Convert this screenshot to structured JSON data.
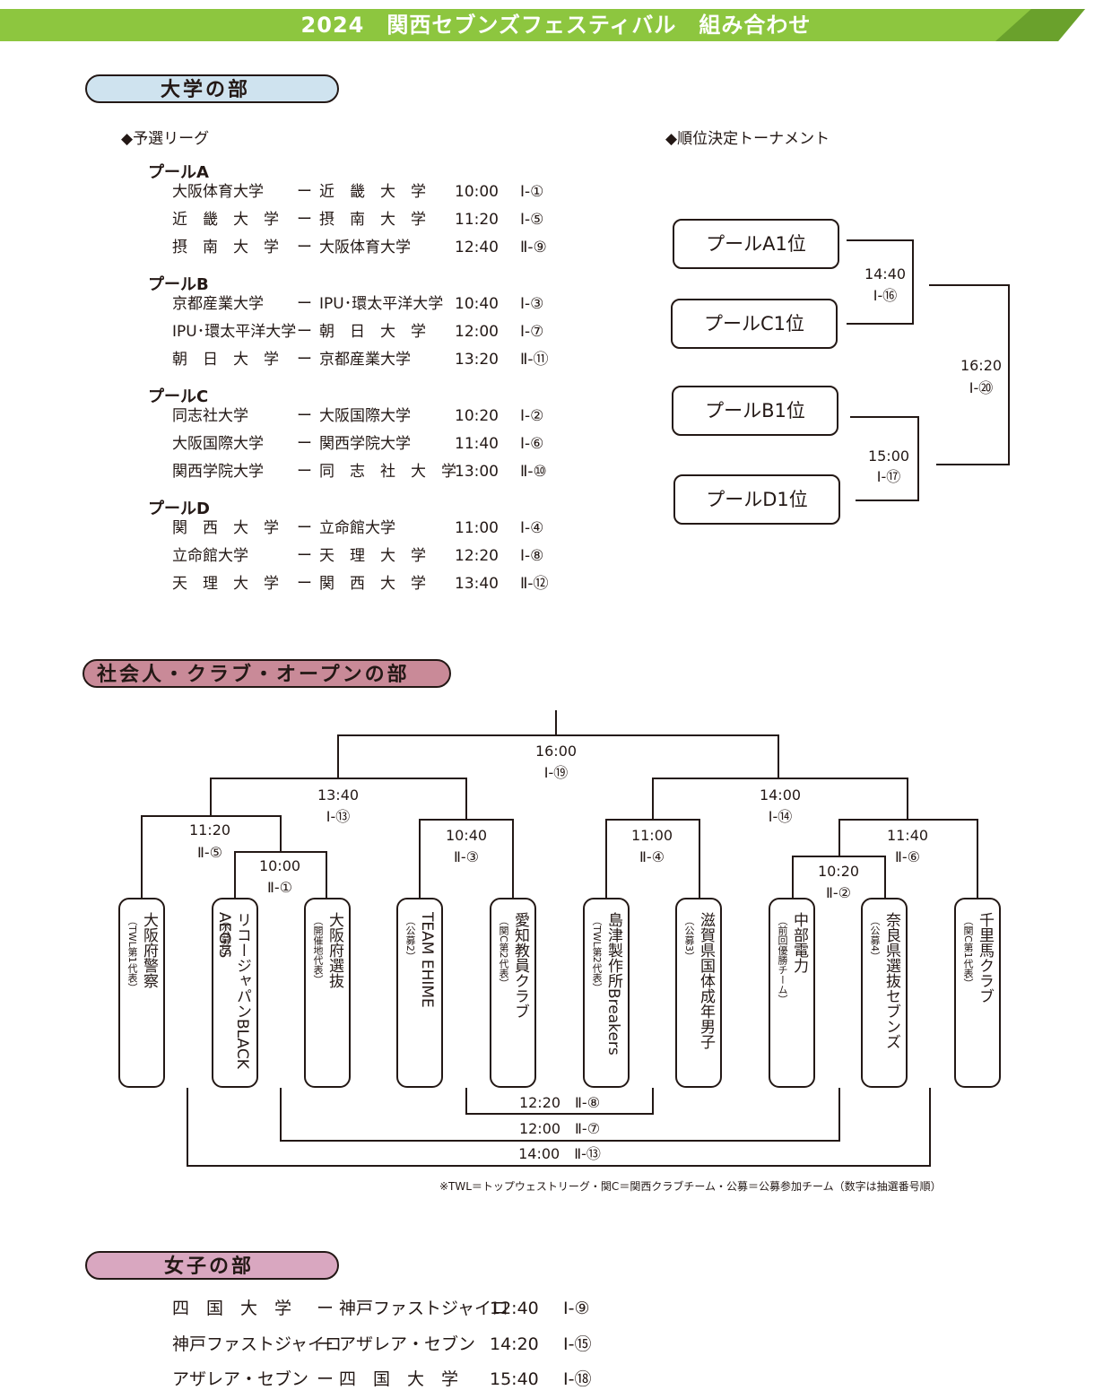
{
  "header": {
    "title": "2024　関西セブンズフェスティバル　組み合わせ",
    "accent_color": "#8dc63f"
  },
  "university": {
    "section_label": "大学の部",
    "pill_color": "#cfe3ef",
    "league_heading": "◆予選リーグ",
    "tournament_heading": "◆順位決定トーナメント",
    "pools": [
      {
        "name": "プールA",
        "matches": [
          {
            "home": "大阪体育大学",
            "away": "近　畿　大　学",
            "time": "10:00",
            "court": "Ⅰ-①"
          },
          {
            "home": "近　畿　大　学",
            "away": "摂　南　大　学",
            "time": "11:20",
            "court": "Ⅰ-⑤"
          },
          {
            "home": "摂　南　大　学",
            "away": "大阪体育大学",
            "time": "12:40",
            "court": "Ⅱ-⑨"
          }
        ]
      },
      {
        "name": "プールB",
        "matches": [
          {
            "home": "京都産業大学",
            "away": "IPU･環太平洋大学",
            "time": "10:40",
            "court": "Ⅰ-③"
          },
          {
            "home": "IPU･環太平洋大学",
            "away": "朝　日　大　学",
            "time": "12:00",
            "court": "Ⅰ-⑦"
          },
          {
            "home": "朝　日　大　学",
            "away": "京都産業大学",
            "time": "13:20",
            "court": "Ⅱ-⑪"
          }
        ]
      },
      {
        "name": "プールC",
        "matches": [
          {
            "home": "同志社大学",
            "away": "大阪国際大学",
            "time": "10:20",
            "court": "Ⅰ-②"
          },
          {
            "home": "大阪国際大学",
            "away": "関西学院大学",
            "time": "11:40",
            "court": "Ⅰ-⑥"
          },
          {
            "home": "関西学院大学",
            "away": "同　志　社　大　学",
            "time": "13:00",
            "court": "Ⅱ-⑩"
          }
        ]
      },
      {
        "name": "プールD",
        "matches": [
          {
            "home": "関　西　大　学",
            "away": "立命館大学",
            "time": "11:00",
            "court": "Ⅰ-④"
          },
          {
            "home": "立命館大学",
            "away": "天　理　大　学",
            "time": "12:20",
            "court": "Ⅰ-⑧"
          },
          {
            "home": "天　理　大　学",
            "away": "関　西　大　学",
            "time": "13:40",
            "court": "Ⅱ-⑫"
          }
        ]
      }
    ],
    "dash": "ー",
    "bracket": {
      "slots": [
        "プールA1位",
        "プールC1位",
        "プールB1位",
        "プールD1位"
      ],
      "semi1": {
        "time": "14:40",
        "court": "Ⅰ-⑯"
      },
      "semi2": {
        "time": "15:00",
        "court": "Ⅰ-⑰"
      },
      "final": {
        "time": "16:20",
        "court": "Ⅰ-⑳"
      }
    }
  },
  "open": {
    "section_label": "社会人・クラブ・オープンの部",
    "pill_color": "#c98a98",
    "teams": [
      {
        "name": "大阪府警察",
        "sub": "（TWL第1代表）"
      },
      {
        "name": "リコージャパンBLACK AEGIS",
        "sub": "（公募1）"
      },
      {
        "name": "大阪府選抜",
        "sub": "（開催地代表）"
      },
      {
        "name": "TEAM EHIME",
        "sub": "（公募2）"
      },
      {
        "name": "愛知教員クラブ",
        "sub": "（関C第2代表）"
      },
      {
        "name": "島津製作所Breakers",
        "sub": "（TWL第2代表）"
      },
      {
        "name": "滋賀県国体成年男子",
        "sub": "（公募3）"
      },
      {
        "name": "中部電力",
        "sub": "（前回優勝チーム）"
      },
      {
        "name": "奈良県選抜セブンズ",
        "sub": "（公募4）"
      },
      {
        "name": "千里馬クラブ",
        "sub": "（関C第1代表）"
      }
    ],
    "matches": {
      "m1": {
        "time": "10:00",
        "court": "Ⅱ-①"
      },
      "m2": {
        "time": "10:20",
        "court": "Ⅱ-②"
      },
      "m3": {
        "time": "10:40",
        "court": "Ⅱ-③"
      },
      "m4": {
        "time": "11:00",
        "court": "Ⅱ-④"
      },
      "m5": {
        "time": "11:20",
        "court": "Ⅱ-⑤"
      },
      "m6": {
        "time": "11:40",
        "court": "Ⅱ-⑥"
      },
      "m13": {
        "time": "13:40",
        "court": "Ⅰ-⑬"
      },
      "m14": {
        "time": "14:00",
        "court": "Ⅰ-⑭"
      },
      "m19": {
        "time": "16:00",
        "court": "Ⅰ-⑲"
      },
      "c8": "12:20　Ⅱ-⑧",
      "c7": "12:00　Ⅱ-⑦",
      "c13": "14:00　Ⅱ-⑬"
    },
    "note": "※TWL＝トップウェストリーグ・関C＝関西クラブチーム・公募＝公募参加チーム（数字は抽選番号順）"
  },
  "women": {
    "section_label": "女子の部",
    "pill_color": "#d9a7c0",
    "matches": [
      {
        "home": "四　国　大　学",
        "away": "神戸ファストジャイロ",
        "time": "12:40",
        "court": "Ⅰ-⑨"
      },
      {
        "home": "神戸ファストジャイロ",
        "away": "アザレア・セブン",
        "time": "14:20",
        "court": "Ⅰ-⑮"
      },
      {
        "home": "アザレア・セブン",
        "away": "四　国　大　学",
        "time": "15:40",
        "court": "Ⅰ-⑱"
      }
    ],
    "dash": "ー"
  }
}
